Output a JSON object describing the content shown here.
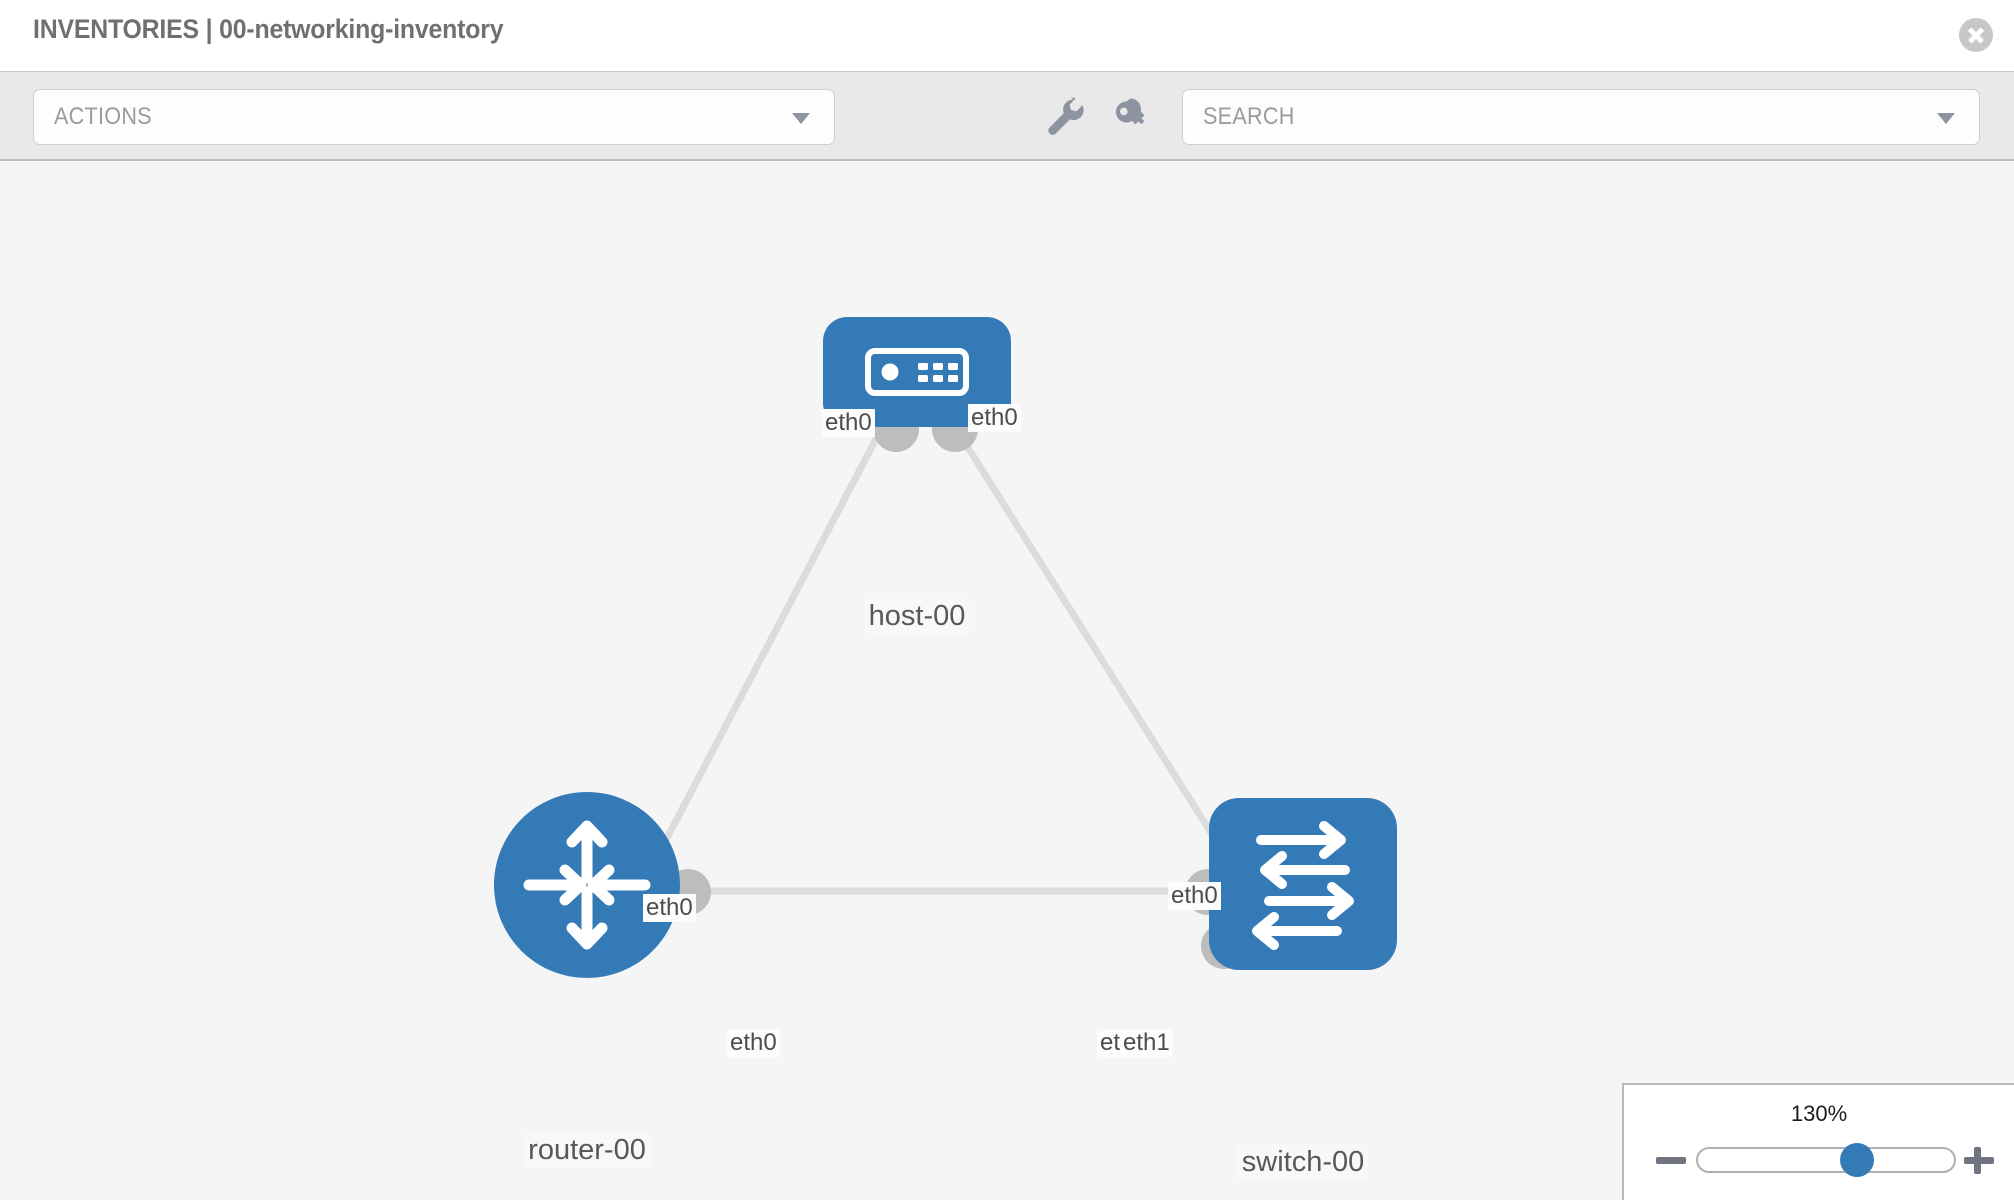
{
  "header": {
    "title": "INVENTORIES | 00-networking-inventory",
    "close_icon": "close-circle-icon"
  },
  "toolbar": {
    "actions_label": "ACTIONS",
    "search_placeholder": "SEARCH",
    "wrench_icon": "wrench-icon",
    "key_icon": "key-icon",
    "caret_icon": "chevron-down-icon"
  },
  "topology": {
    "nodes": [
      {
        "id": "host-00",
        "label": "host-00",
        "type": "host",
        "icon": "server-device-icon",
        "shape": "rounded-rect",
        "color": "#337ab7"
      },
      {
        "id": "router-00",
        "label": "router-00",
        "type": "router",
        "icon": "router-four-arrows-icon",
        "shape": "circle",
        "color": "#337ab7"
      },
      {
        "id": "switch-00",
        "label": "switch-00",
        "type": "switch",
        "icon": "switch-arrows-icon",
        "shape": "rounded-square",
        "color": "#337ab7"
      }
    ],
    "links": [
      {
        "from": "host-00",
        "to": "router-00",
        "from_interface": "eth0",
        "to_interface": "eth0"
      },
      {
        "from": "host-00",
        "to": "switch-00",
        "from_interface": "eth0",
        "to_interface": "eth0"
      },
      {
        "from": "router-00",
        "to": "switch-00",
        "from_interface": "eth0",
        "to_interface": "eth1",
        "to_interface_overlap": "eth"
      }
    ],
    "link_color": "#dcdcdc",
    "port_color": "#bdbdbd"
  },
  "zoom_control": {
    "level": "130%",
    "slider_percent": 62,
    "minus_label": "−",
    "plus_label": "+"
  }
}
